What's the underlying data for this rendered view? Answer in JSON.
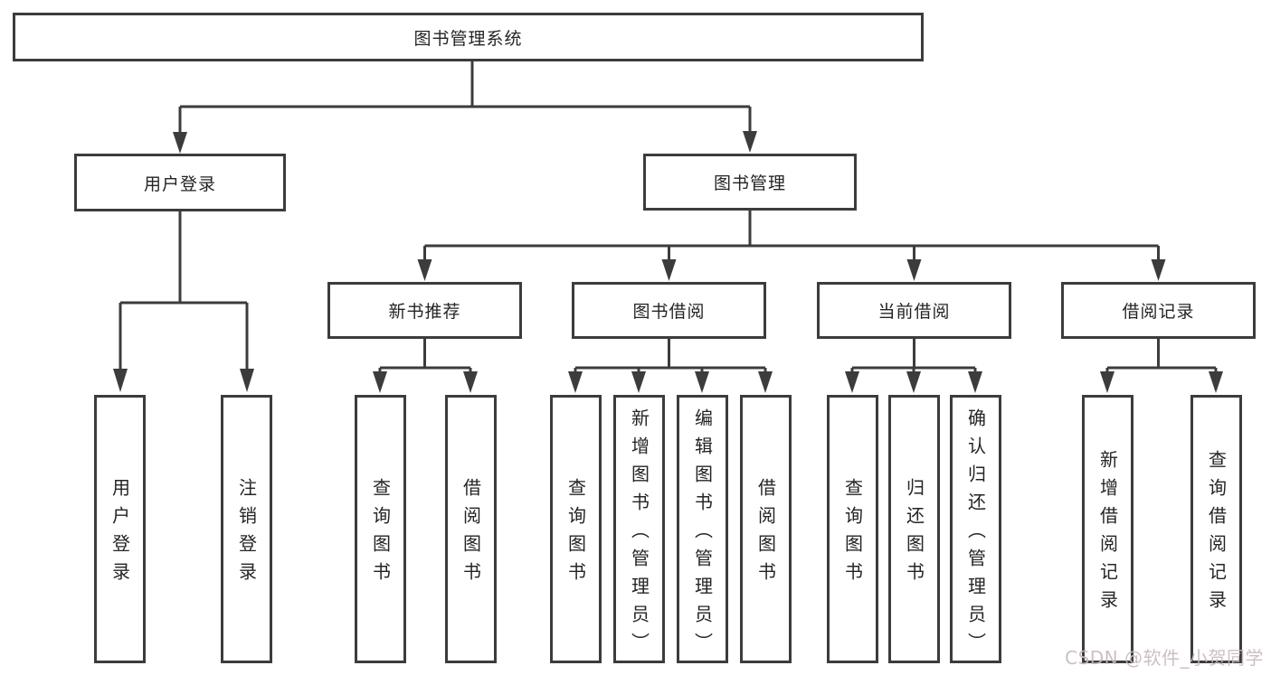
{
  "diagram": {
    "type": "hierarchy-tree",
    "tree": {
      "label": "图书管理系统",
      "children": [
        {
          "label": "用户登录",
          "children": [
            {
              "label": "用户登录"
            },
            {
              "label": "注销登录"
            }
          ]
        },
        {
          "label": "图书管理",
          "children": [
            {
              "label": "新书推荐",
              "children": [
                {
                  "label": "查询图书"
                },
                {
                  "label": "借阅图书"
                }
              ]
            },
            {
              "label": "图书借阅",
              "children": [
                {
                  "label": "查询图书"
                },
                {
                  "label": "新增图书（管理员）"
                },
                {
                  "label": "编辑图书（管理员）"
                },
                {
                  "label": "借阅图书"
                }
              ]
            },
            {
              "label": "当前借阅",
              "children": [
                {
                  "label": "查询图书"
                },
                {
                  "label": "归还图书"
                },
                {
                  "label": "确认归还（管理员）"
                }
              ]
            },
            {
              "label": "借阅记录",
              "children": [
                {
                  "label": "新增借阅记录"
                },
                {
                  "label": "查询借阅记录"
                }
              ]
            }
          ]
        }
      ]
    },
    "colors": {
      "line": "#3c3c3c",
      "text": "#242424",
      "background": "#ffffff",
      "watermark": "#c7b9b9"
    }
  },
  "watermark": "CSDN @软件_小贺同学"
}
